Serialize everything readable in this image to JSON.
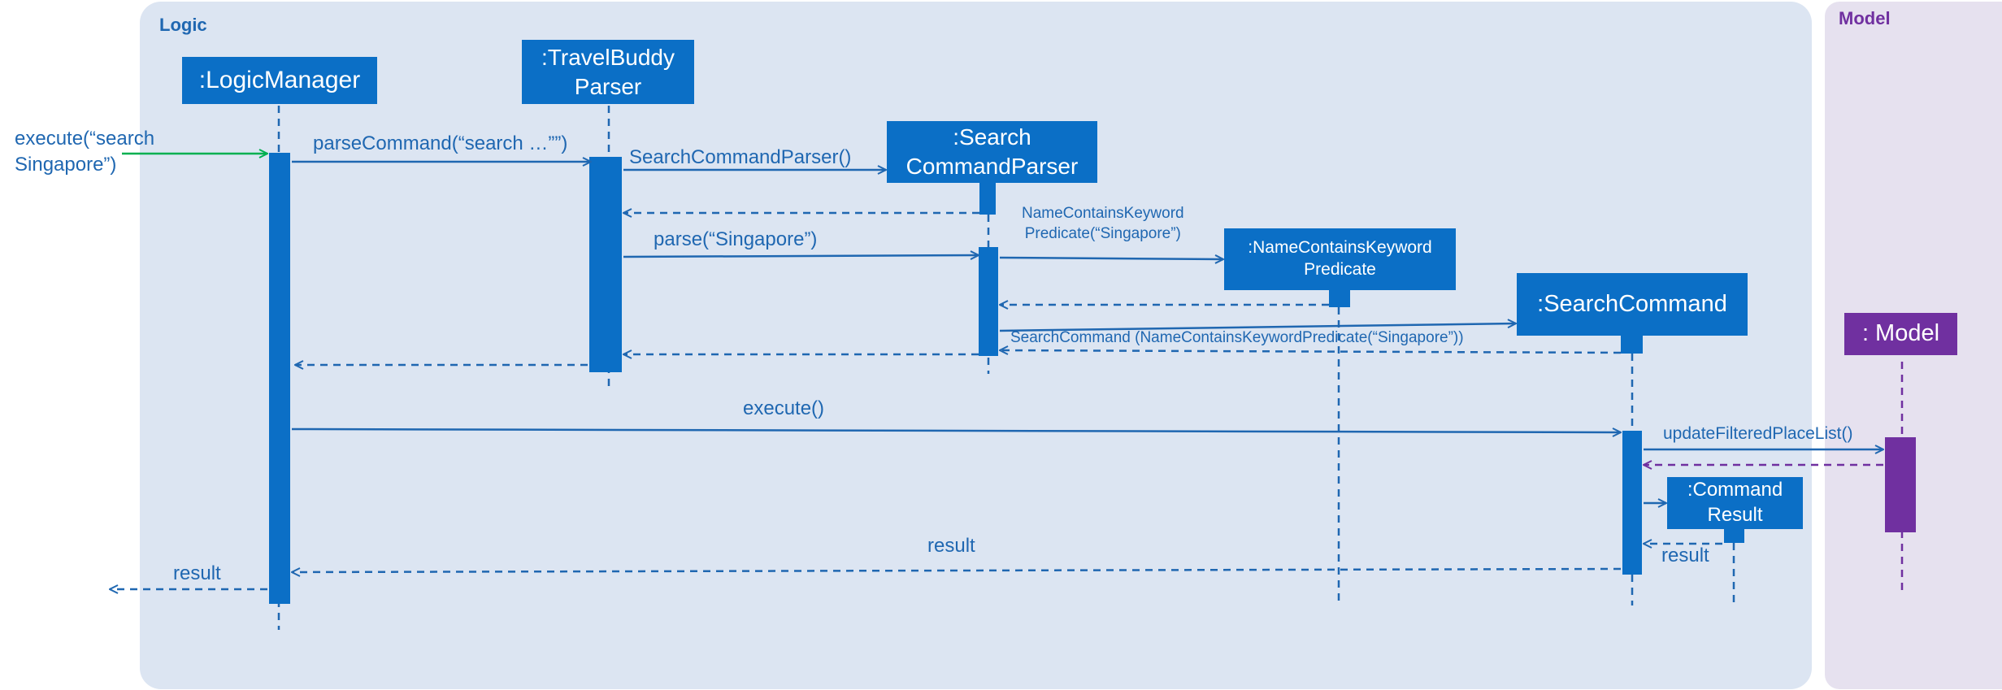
{
  "frames": {
    "logic": "Logic",
    "model": "Model"
  },
  "participants": {
    "logic_manager": ":LogicManager",
    "parser": ":TravelBuddy\nParser",
    "search_parser": ":Search\nCommandParser",
    "predicate": ":NameContainsKeyword\nPredicate",
    "search_command": ":SearchCommand",
    "command_result": ":Command\nResult",
    "model": ": Model"
  },
  "messages": {
    "execute_in": "execute(“search\nSingapore”)",
    "parse_command": "parseCommand(“search …””)",
    "create_parser": "SearchCommandParser()",
    "parse": "parse(“Singapore”)",
    "create_predicate": "NameContainsKeyword\nPredicate(“Singapore”)",
    "create_command": "SearchCommand (NameContainsKeywordPredicate(“Singapore”))",
    "execute": "execute()",
    "update_list": "updateFilteredPlaceList()",
    "result_from_command": "result",
    "result_from_result": "result",
    "result_out": "result"
  },
  "colors": {
    "box": "#0b6fc6",
    "model_box": "#7030a0",
    "arrow": "#1f67b1",
    "incoming_arrow": "#00b050",
    "logic_bg": "#dce5f2",
    "model_bg": "#e6e1ef"
  }
}
